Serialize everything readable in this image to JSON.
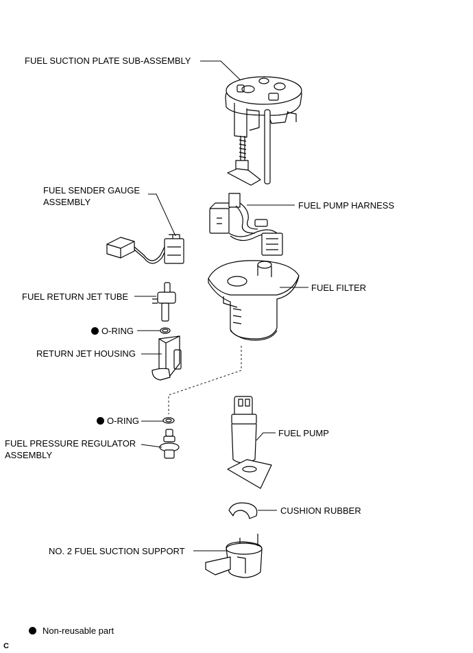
{
  "labels": {
    "fuel_suction_plate": "FUEL SUCTION PLATE SUB-ASSEMBLY",
    "fuel_sender_gauge_l1": "FUEL SENDER GAUGE",
    "fuel_sender_gauge_l2": "ASSEMBLY",
    "fuel_pump_harness": "FUEL PUMP HARNESS",
    "fuel_filter": "FUEL FILTER",
    "fuel_return_jet_tube": "FUEL RETURN JET TUBE",
    "o_ring_1": "O-RING",
    "return_jet_housing": "RETURN JET HOUSING",
    "o_ring_2": "O-RING",
    "fuel_pressure_regulator_l1": "FUEL PRESSURE REGULATOR",
    "fuel_pressure_regulator_l2": "ASSEMBLY",
    "fuel_pump": "FUEL PUMP",
    "cushion_rubber": "CUSHION RUBBER",
    "no2_fuel_suction_support": "NO. 2 FUEL SUCTION SUPPORT"
  },
  "legend": {
    "non_reusable": "Non-reusable part"
  },
  "corner_code": "C"
}
